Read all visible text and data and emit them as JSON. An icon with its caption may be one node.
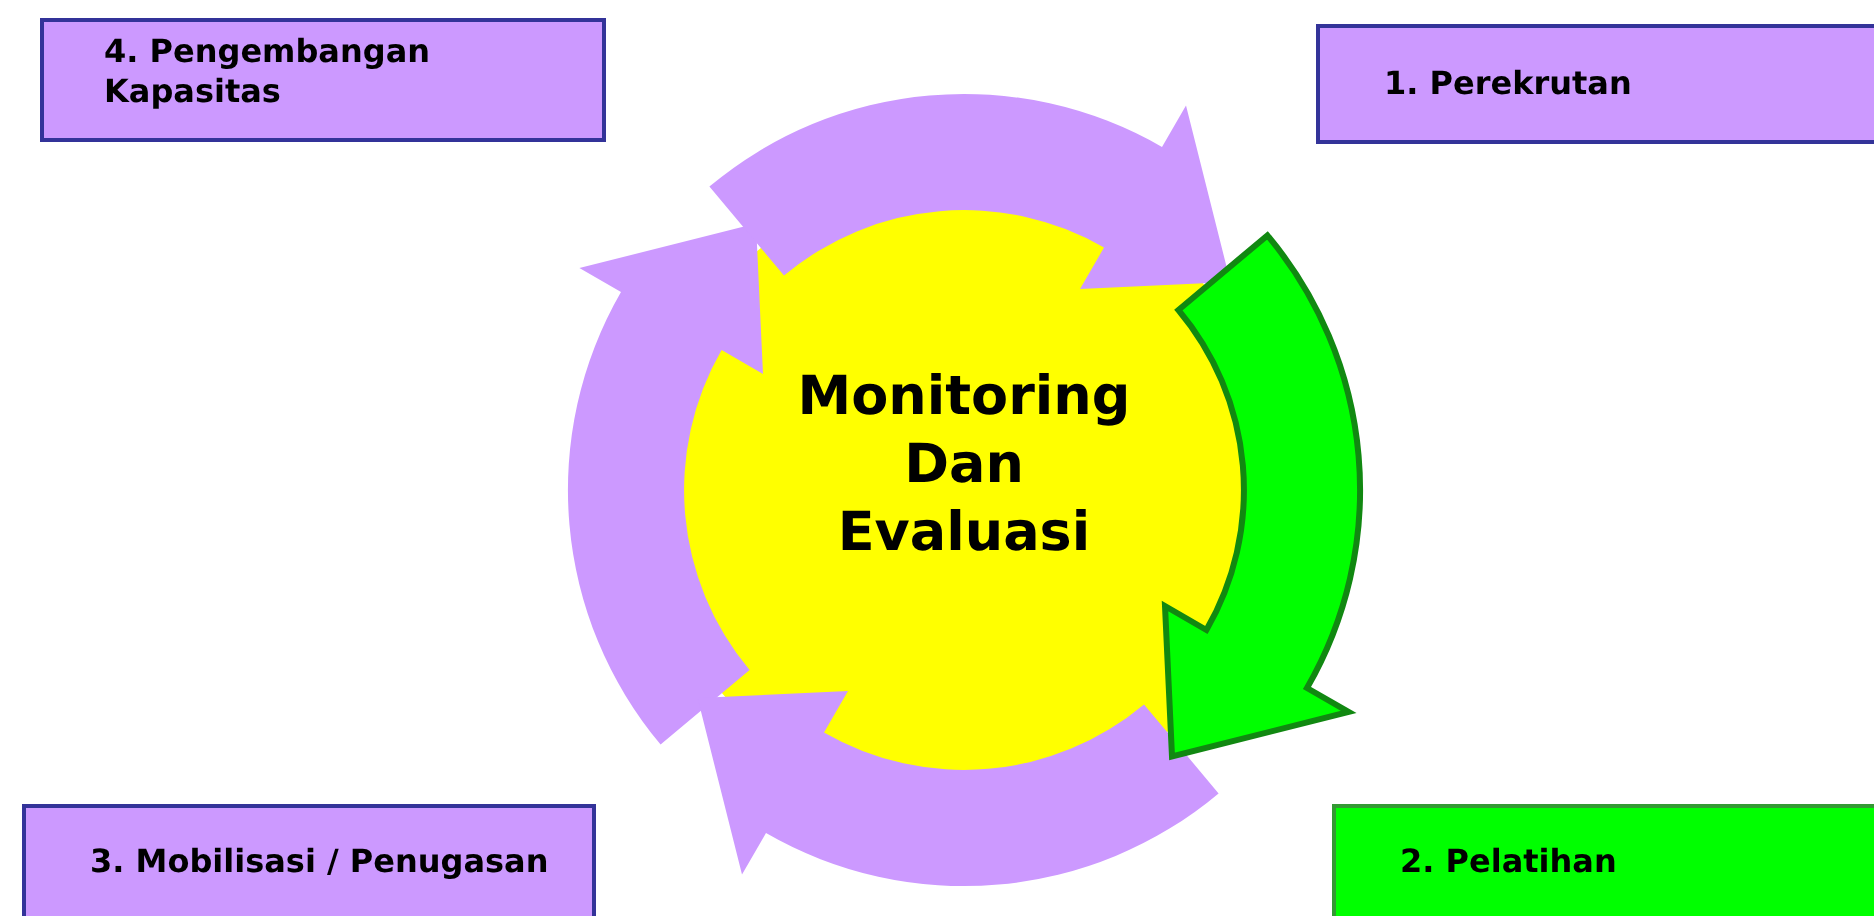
{
  "diagram": {
    "nodes": [
      {
        "text": [
          "4. Pengembangan Kapasitas"
        ]
      },
      {
        "text": [
          "1. Perekrutan"
        ]
      },
      {
        "text": [
          "Monitoring Dan Evaluasi"
        ]
      },
      {
        "text": [
          "3. Mobilisasi / Penugasan"
        ]
      },
      {
        "text": [
          "2. Pelatihan"
        ]
      }
    ]
  }
}
